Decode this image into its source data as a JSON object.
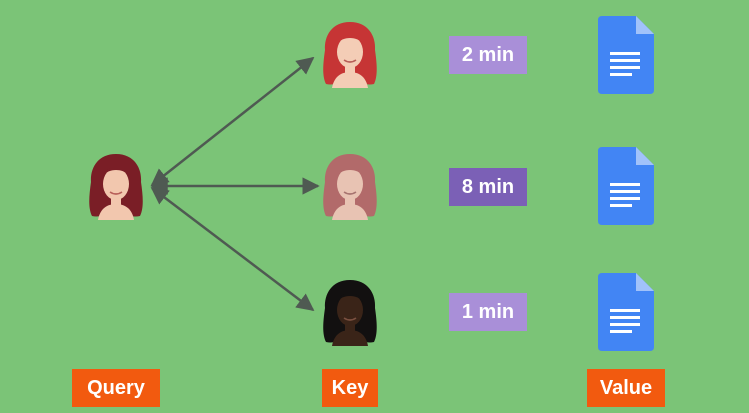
{
  "durations": [
    "2 min",
    "8 min",
    "1 min"
  ],
  "labels": {
    "query": "Query",
    "key": "Key",
    "value": "Value"
  },
  "colors": {
    "background": "#7bc477",
    "arrow": "#4f5a52",
    "label_bg": "#f25a0f",
    "duration_light": "#a98fd8",
    "duration_dark": "#7b60b6",
    "doc_blue": "#4285f4"
  },
  "icons": {
    "query": "woman-dark-red-hair-icon",
    "keys": [
      "woman-red-hair-icon",
      "woman-faded-red-hair-icon",
      "woman-dark-skin-black-hair-icon"
    ],
    "values": [
      "document-icon",
      "document-icon",
      "document-icon"
    ]
  }
}
